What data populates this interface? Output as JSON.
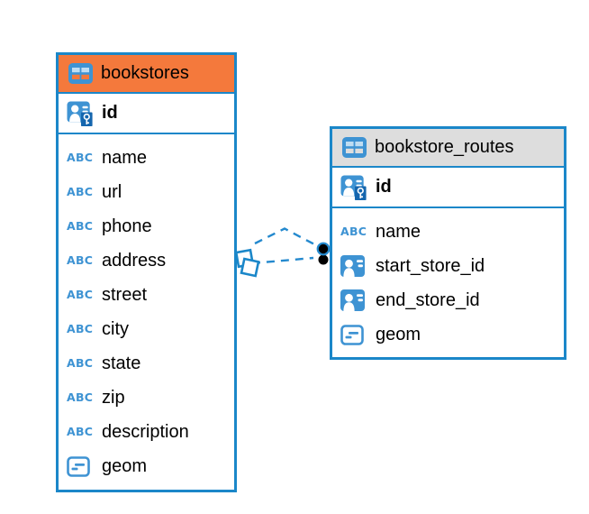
{
  "diagram": {
    "background": "#ffffff",
    "tables": [
      {
        "name": "bookstores",
        "header_color": "#F4793C",
        "selected": true,
        "primary_key": {
          "name": "id",
          "icon": "primary-key-icon"
        },
        "columns": [
          {
            "name": "name",
            "icon": "text-abc-icon"
          },
          {
            "name": "url",
            "icon": "text-abc-icon"
          },
          {
            "name": "phone",
            "icon": "text-abc-icon"
          },
          {
            "name": "address",
            "icon": "text-abc-icon"
          },
          {
            "name": "street",
            "icon": "text-abc-icon"
          },
          {
            "name": "city",
            "icon": "text-abc-icon"
          },
          {
            "name": "state",
            "icon": "text-abc-icon"
          },
          {
            "name": "zip",
            "icon": "text-abc-icon"
          },
          {
            "name": "description",
            "icon": "text-abc-icon"
          },
          {
            "name": "geom",
            "icon": "geometry-icon"
          }
        ]
      },
      {
        "name": "bookstore_routes",
        "header_color": "#DDDDDD",
        "selected": false,
        "primary_key": {
          "name": "id",
          "icon": "primary-key-icon"
        },
        "columns": [
          {
            "name": "name",
            "icon": "text-abc-icon"
          },
          {
            "name": "start_store_id",
            "icon": "reference-icon"
          },
          {
            "name": "end_store_id",
            "icon": "reference-icon"
          },
          {
            "name": "geom",
            "icon": "geometry-icon"
          }
        ]
      }
    ],
    "relationships": [
      {
        "from": "bookstore_routes",
        "to": "bookstores",
        "style": "dashed",
        "from_marker": "black-dot",
        "to_marker": "open-diamond"
      },
      {
        "from": "bookstore_routes",
        "to": "bookstores",
        "style": "dashed",
        "from_marker": "black-dot",
        "to_marker": "open-diamond"
      }
    ],
    "colors": {
      "table_border": "#1B87C9",
      "icon_blue": "#3E93D3",
      "key_badge_blue": "#1566AE",
      "connector_blue": "#2489CE",
      "selected_header_orange": "#F4793C",
      "header_gray": "#DDDDDD",
      "text": "#000000"
    }
  },
  "icon_glyphs": {
    "text-abc-icon": "ABC"
  }
}
